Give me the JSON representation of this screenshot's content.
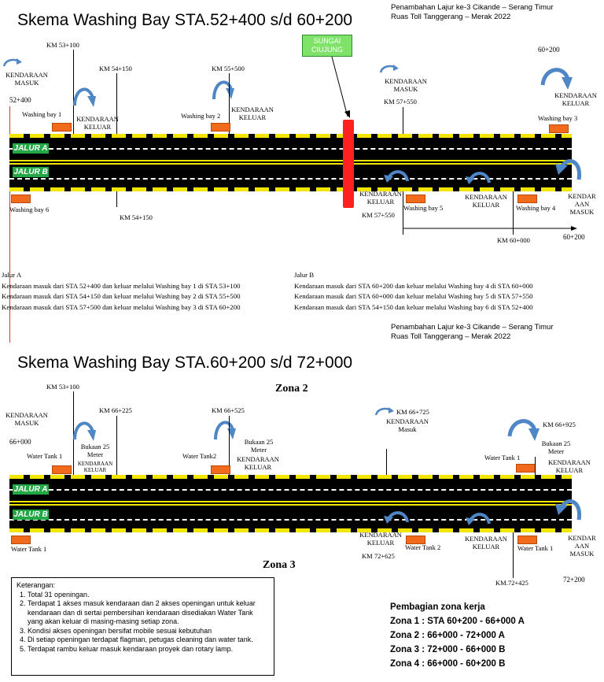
{
  "section1": {
    "title": "Skema Washing Bay STA.52+400 s/d 60+200",
    "header_line1": "Penambahan Lajur ke-3 Cikande – Serang Timur",
    "header_line2": "Ruas Toll Tanggerang – Merak 2022",
    "sungai": "SUNGAI CIUJUNG",
    "labels": {
      "kendaraan_masuk_left": "KENDARAAN MASUK",
      "sta_left": "52+400",
      "km_53_100": "KM 53+100",
      "km_54_150_top": "KM 54+150",
      "km_55_500": "KM 55+500",
      "washing_bay_1": "Washing bay 1",
      "keluar_1": "KENDARAAN KELUAR",
      "washing_bay_2": "Washing bay 2",
      "keluar_2": "KENDARAAN KELUAR",
      "masuk_mid": "KENDARAAN MASUK",
      "km_57_550_top": "KM 57+550",
      "sta_right_top": "60+200",
      "keluar_3": "KENDARAAN KELUAR",
      "washing_bay_3": "Washing bay 3",
      "jalur_a": "JALUR A",
      "jalur_b": "JALUR B",
      "washing_bay_6": "Washing bay 6",
      "km_54_150_bot": "KM 54+150",
      "keluar_5": "KENDARAAN KELUAR",
      "washing_bay_5": "Washing bay 5",
      "km_57_550_bot": "KM 57+550",
      "keluar_4": "KENDARAAN KELUAR",
      "washing_bay_4": "Washing bay 4",
      "masuk_right": "KENDAR AAN MASUK",
      "km_60_000": "KM 60+000",
      "sta_right_bot": "60+200"
    },
    "jalur_a_title": "Jalur A",
    "jalur_a_lines": [
      "Kendaraan masuk dari STA 52+400 dan keluar melalui Washing bay 1 di STA 53+100",
      "Kendaraan masuk dari STA 54+150 dan keluar melalui Washing bay 2 di STA 55+500",
      "Kendaraan masuk dari STA 57+500 dan keluar melalui Washing bay 3 di STA 60+200"
    ],
    "jalur_b_title": "Jalur B",
    "jalur_b_lines": [
      "Kendaraan masuk dari STA 60+200  dan keluar melalui Washing bay 4 di STA 60+000",
      "Kendaraan masuk dari STA 60+000 dan keluar melalui Washing bay 5 di STA 57+550",
      "Kendaraan masuk dari STA 54+150 dan keluar melalui Washing bay 6 di STA 52+400"
    ]
  },
  "section2": {
    "title": "Skema Washing Bay STA.60+200 s/d 72+000",
    "header_line1": "Penambahan Lajur ke-3 Cikande – Serang Timur",
    "header_line2": "Ruas Toll Tanggerang – Merak 2022",
    "zona2": "Zona 2",
    "zona3": "Zona 3",
    "labels": {
      "km_53_100": "KM 53+100",
      "kendaraan_masuk_left": "KENDARAAN MASUK",
      "sta_left": "66+000",
      "km_66_225": "KM 66+225",
      "bukaan_1": "Bukaan 25 Meter",
      "keluar_1": "KENDARAAN KELUAR",
      "water_tank_1": "Water Tank 1",
      "km_66_525": "KM 66+525",
      "bukaan_2": "Bukaan 25 Meter",
      "keluar_2": "KENDARAAN KELUAR",
      "water_tank_2": "Water Tank2",
      "km_66_725": "KM 66+725",
      "masuk_mid": "KENDARAAN Masuk",
      "km_66_925": "KM 66+925",
      "bukaan_3": "Bukaan 25 Meter",
      "keluar_3": "KENDARAAN KELUAR",
      "water_tank_1b": "Water Tank 1",
      "jalur_a": "JALUR A",
      "jalur_b": "JALUR B",
      "water_tank_1c": "Water Tank 1",
      "keluar_4": "KENDARAAN KELUAR",
      "km_72_625": "KM 72+625",
      "water_tank_2b": "Water Tank 2",
      "keluar_5": "KENDARAAN KELUAR",
      "water_tank_1d": "Water Tank 1",
      "masuk_right": "KENDAR AAN MASUK",
      "km_72_425": "KM.72+425",
      "sta_right": "72+200"
    }
  },
  "notes": {
    "title": "Keterangan:",
    "items": [
      "Total 31 openingan.",
      "Terdapat 1 akses masuk kendaraan dan 2 akses openingan untuk keluar kendaraan dan di sertai pembersihan kendaraan disediakan Water Tank yang akan keluar di masing-masing setiap zona.",
      "Kondisi akses openingan bersifat mobile sesuai kebutuhan",
      "Di setiap openingan terdapat flagman, petugas cleaning dan water tank.",
      "Terdapat rambu keluar masuk kendaraan proyek dan rotary lamp."
    ]
  },
  "zona_kerja": {
    "title": "Pembagian zona kerja",
    "items": [
      "Zona 1 : STA 60+200 - 66+000 A",
      "Zona 2 : 66+000 - 72+000 A",
      "Zona 3 : 72+000 - 66+000 B",
      "Zona 4 : 66+000 - 60+200 B"
    ]
  },
  "colors": {
    "washing_box": "#f26b1d",
    "lane_tag": "#22a845",
    "road": "#000000",
    "marking": "#f2e600",
    "arrow": "#4f86c6",
    "sungai_box": "#7fe36a",
    "bridge": "#ff2020"
  }
}
